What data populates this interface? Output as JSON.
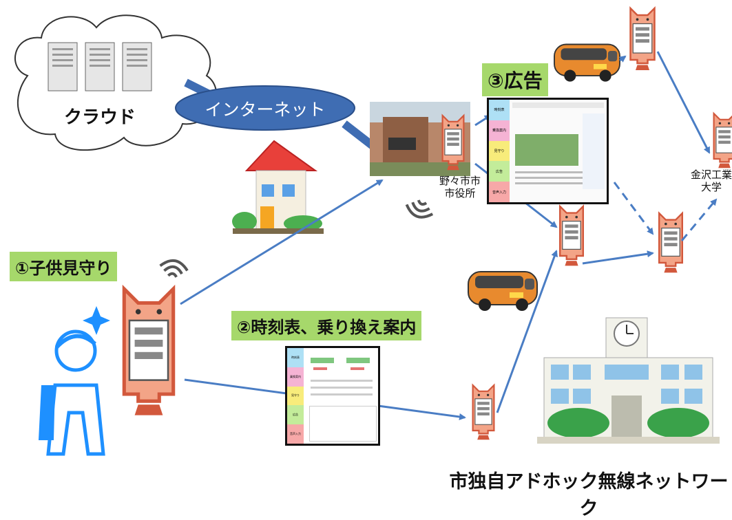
{
  "cloud": {
    "label": "クラウド"
  },
  "internet": {
    "label": "インターネット"
  },
  "city_hall": {
    "label_line1": "野々市市",
    "label_line2": "市役所"
  },
  "university": {
    "label_line1": "金沢工業",
    "label_line2": "大学"
  },
  "feature_1": {
    "label": "①子供見守り"
  },
  "feature_2": {
    "label": "②時刻表、乗り換え案内"
  },
  "feature_3": {
    "label": "③広告"
  },
  "network": {
    "label": "市独自アドホック無線ネットワーク"
  },
  "tablet_menu": [
    "時刻表",
    "乗換案内",
    "見守り",
    "広告",
    "音声入力"
  ],
  "colors": {
    "arrow": "#4a7dc4",
    "ellipse": "#3f6db3",
    "green_label": "#a6d86b",
    "character": "#f08a6a"
  }
}
